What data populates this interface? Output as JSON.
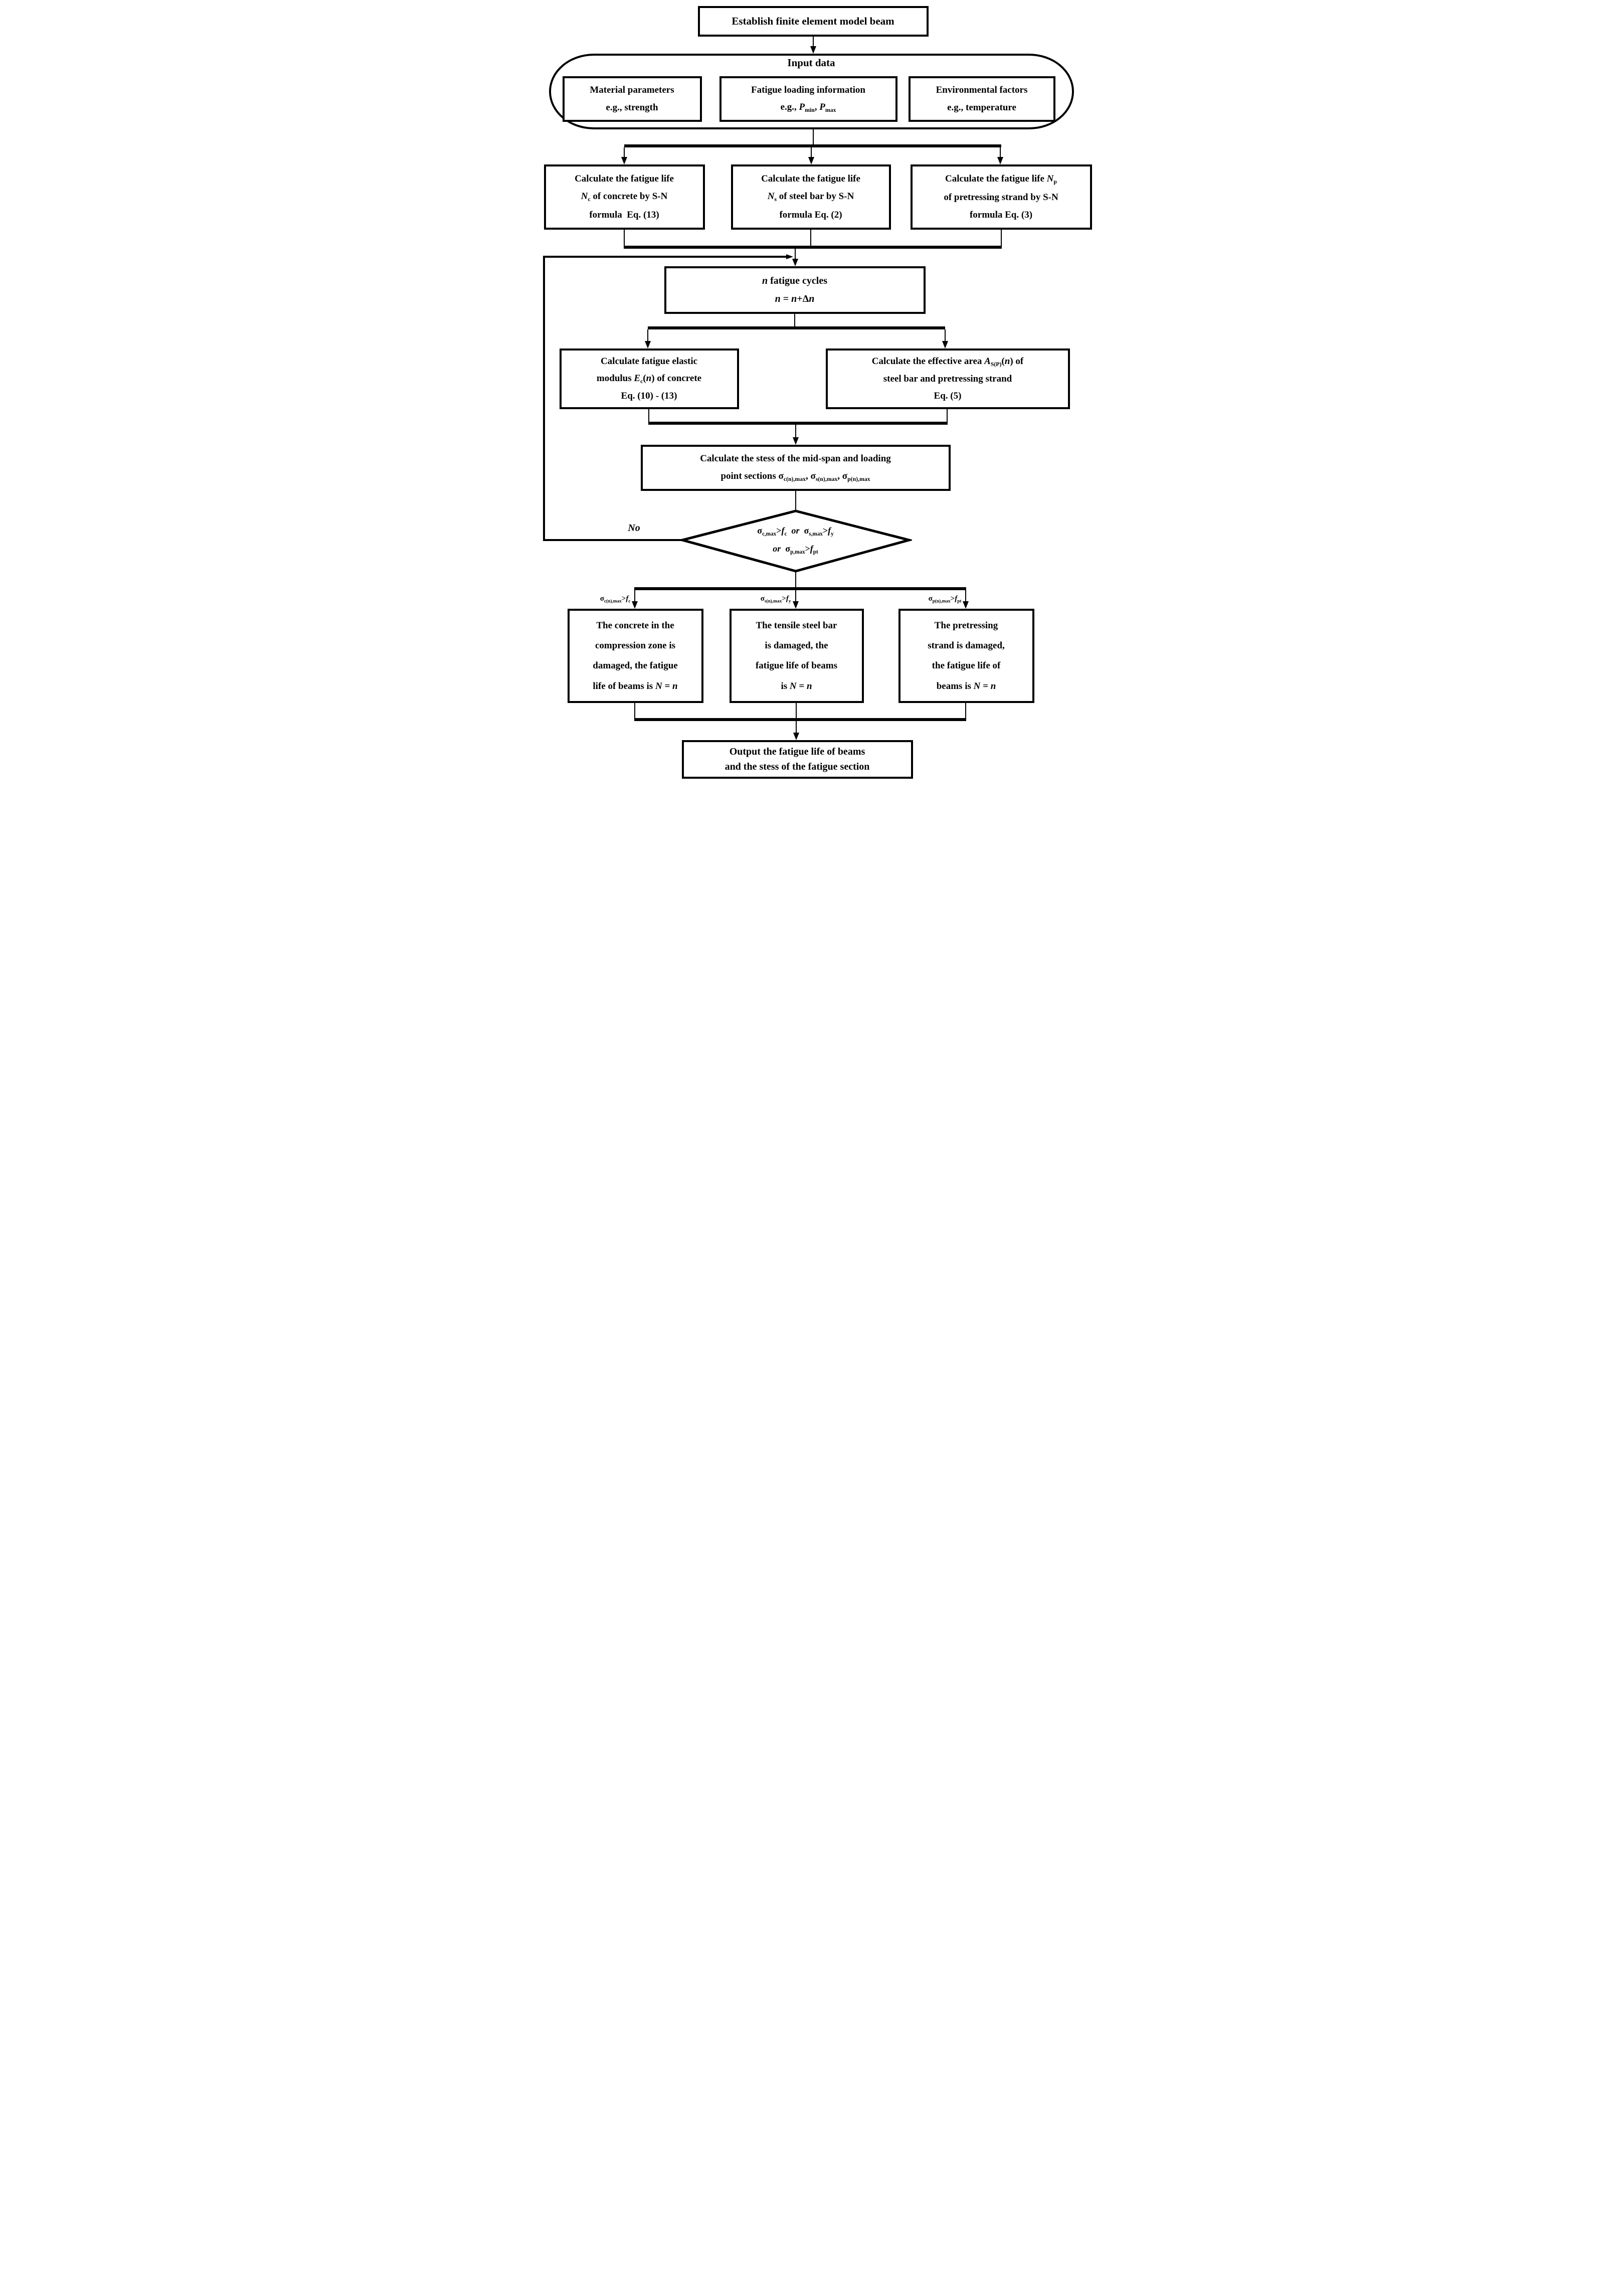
{
  "colors": {
    "ink": "#000000",
    "background": "#ffffff"
  },
  "nodes": {
    "establish": {
      "label": "Establish finite element model beam"
    },
    "input_group": {
      "title": "Input data",
      "material": {
        "lines": [
          "Material parameters",
          "e.g., strength"
        ]
      },
      "loading": {
        "lines": [
          "Fatigue loading information",
          "e.g., <i>P</i><sub>min</sub>, <i>P</i><sub>max</sub>"
        ]
      },
      "environment": {
        "lines": [
          "Environmental factors",
          "e.g., temperature"
        ]
      }
    },
    "calc_concrete": {
      "lines": [
        "Calculate the fatigue life",
        "<i>N</i><sub>c</sub> of concrete by S-N",
        "formula&nbsp; Eq. (13)"
      ]
    },
    "calc_steel": {
      "lines": [
        "Calculate the fatigue life",
        "<i>N</i><sub>s</sub> of steel bar by S-N",
        "formula Eq. (2)"
      ]
    },
    "calc_strand": {
      "lines": [
        "Calculate the fatigue life <i>N</i><sub>p</sub>",
        "of pretressing strand by S-N",
        "formula Eq. (3)"
      ]
    },
    "n_cycles": {
      "lines": [
        "<i>n</i> fatigue cycles",
        "<i>n</i> = <i>n</i>+Δ<i>n</i>"
      ]
    },
    "elastic_modulus": {
      "lines": [
        "Calculate fatigue elastic",
        "modulus <i>E</i><sub>c</sub>(<i>n</i>) of concrete",
        "Eq. (10) - (13)"
      ]
    },
    "effective_area": {
      "lines": [
        "Calculate the effective area <i>A</i><sub>S(P)</sub>(<i>n</i>) of",
        "steel bar and pretressing strand",
        "Eq. (5)"
      ]
    },
    "stress_sections": {
      "lines": [
        "Calculate the stess of the mid-span and loading",
        "point sections σ<sub>c(n),max</sub>, σ<sub>s(n),max</sub>, σ<sub>p(n),max</sub>"
      ]
    },
    "decision": {
      "lines": [
        "σ<sub>c,max</sub>><i>f</i><sub>c</sub>&nbsp; <i>or</i>&nbsp; σ<sub>s,max</sub>><i>f</i><sub>y</sub>",
        "<i>or</i>&nbsp; σ<sub>p,max</sub>><i>f</i><sub>pt</sub>"
      ]
    },
    "no_label": "No",
    "branch_concrete": "σ<sub>c(n),max</sub>><i>f</i><sub>c</sub>",
    "branch_steel": "σ<sub>s(n),max</sub>><i>f</i><sub>y</sub>",
    "branch_strand": "σ<sub>p(n),max</sub>><i>f</i><sub>pt</sub>",
    "damage_concrete": {
      "lines": [
        "The concrete in the",
        "compression zone is",
        "damaged, the fatigue",
        "life of beams is <i>N</i> = <i>n</i>"
      ]
    },
    "damage_steel": {
      "lines": [
        "The tensile steel bar",
        "is damaged, the",
        "fatigue life of beams",
        "is <i>N</i> = <i>n</i>"
      ]
    },
    "damage_strand": {
      "lines": [
        "The pretressing",
        "strand is damaged,",
        "the fatigue life of",
        "beams is <i>N</i> = <i>n</i>"
      ]
    },
    "output": {
      "lines": [
        "Output the fatigue life of beams",
        "and the stess of the fatigue section"
      ]
    }
  }
}
